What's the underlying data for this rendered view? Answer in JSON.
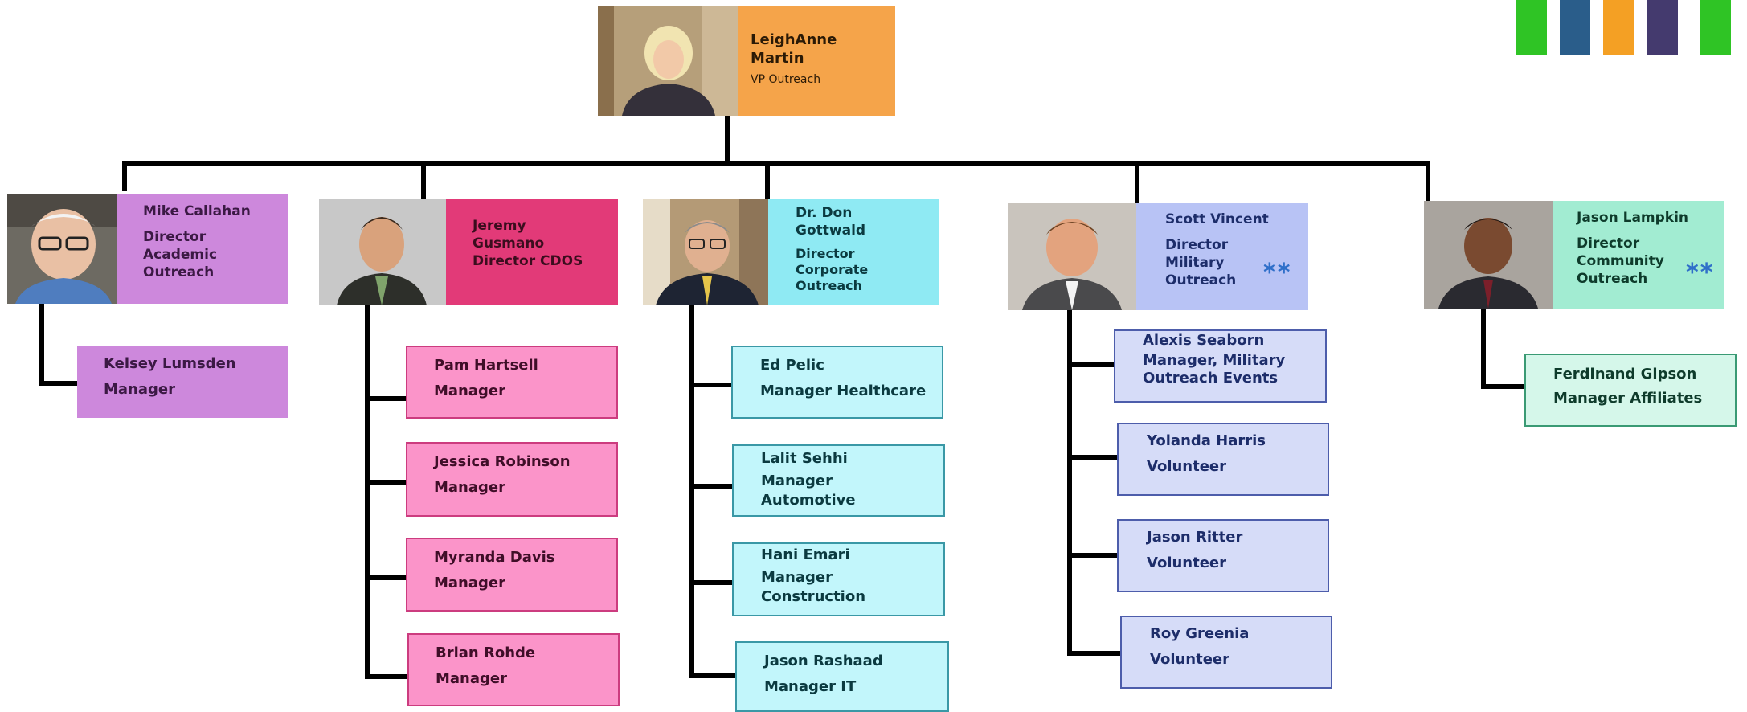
{
  "root": {
    "name": "LeighAnne Martin",
    "title": "VP Outreach"
  },
  "directors": [
    {
      "name": "Mike Callahan",
      "title": "Director Academic Outreach",
      "marker": "",
      "managers": [
        {
          "name": "Kelsey Lumsden",
          "title": "Manager"
        }
      ]
    },
    {
      "name": "Jeremy Gusmano",
      "title": "Director CDOS",
      "marker": "",
      "managers": [
        {
          "name": "Pam Hartsell",
          "title": "Manager"
        },
        {
          "name": "Jessica Robinson",
          "title": "Manager"
        },
        {
          "name": "Myranda Davis",
          "title": "Manager"
        },
        {
          "name": "Brian Rohde",
          "title": "Manager"
        }
      ]
    },
    {
      "name": "Dr. Don Gottwald",
      "title": "Director Corporate Outreach",
      "marker": "",
      "managers": [
        {
          "name": "Ed Pelic",
          "title": "Manager Healthcare"
        },
        {
          "name": "Lalit Sehhi",
          "title": "Manager Automotive"
        },
        {
          "name": "Hani Emari",
          "title": "Manager Construction"
        },
        {
          "name": "Jason Rashaad",
          "title": "Manager IT"
        }
      ]
    },
    {
      "name": "Scott Vincent",
      "title": "Director Military Outreach",
      "marker": "**",
      "managers": [
        {
          "name": "Alexis Seaborn",
          "title": "Manager, Military Outreach Events"
        },
        {
          "name": "Yolanda Harris",
          "title": "Volunteer"
        },
        {
          "name": "Jason Ritter",
          "title": "Volunteer"
        },
        {
          "name": "Roy Greenia",
          "title": "Volunteer"
        }
      ]
    },
    {
      "name": "Jason Lampkin",
      "title": "Director Community Outreach",
      "marker": "**",
      "managers": [
        {
          "name": "Ferdinand Gipson",
          "title": "Manager Affiliates"
        }
      ]
    }
  ],
  "colors": {
    "vp": "#f5a44a",
    "academic": "#cd88dc",
    "cdos": "#e23a78",
    "cdos_manager": "#fb94c9",
    "corporate": "#8feaf3",
    "corporate_manager": "#c2f6fb",
    "military": "#b8c3f5",
    "military_manager": "#d6dcf8",
    "community": "#a2ecd2",
    "community_manager": "#d5f7ea",
    "marker": "#2f6fc9"
  },
  "logo": {
    "bar_colors": [
      "#2fc425",
      "#2a5d8a",
      "#f4a024",
      "#443a6e",
      "#2fc425"
    ]
  }
}
